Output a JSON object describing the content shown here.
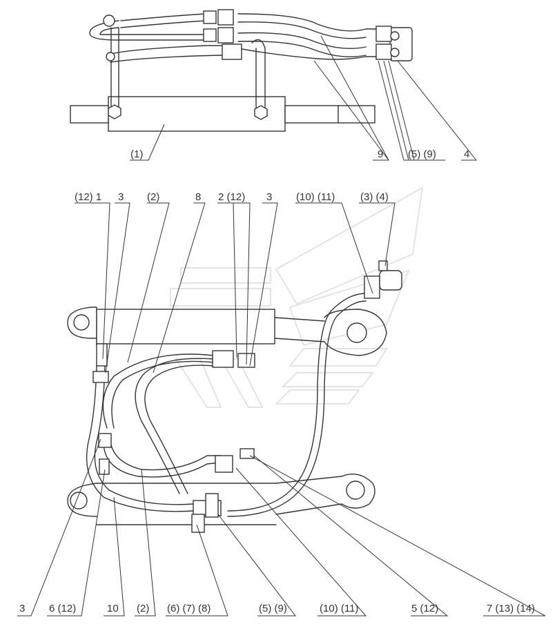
{
  "top_view": {
    "labels": {
      "cylinder": "(1)",
      "hoses": "9",
      "fittings": "(5) (9)",
      "valve_block": "4"
    }
  },
  "main_view": {
    "top_labels": {
      "a": "(12) 1",
      "b": "3",
      "c": "(2)",
      "d": "8",
      "e": "2 (12)",
      "f": "3",
      "g": "(10) (11)",
      "h": "(3) (4)"
    },
    "bottom_labels": {
      "a": "3",
      "b": "6 (12)",
      "c": "10",
      "d": "(2)",
      "e": "(6) (7) (8)",
      "f": "(5) (9)",
      "g": "(10) (11)",
      "h": "5 (12)",
      "i": "7 (13) (14)"
    }
  }
}
